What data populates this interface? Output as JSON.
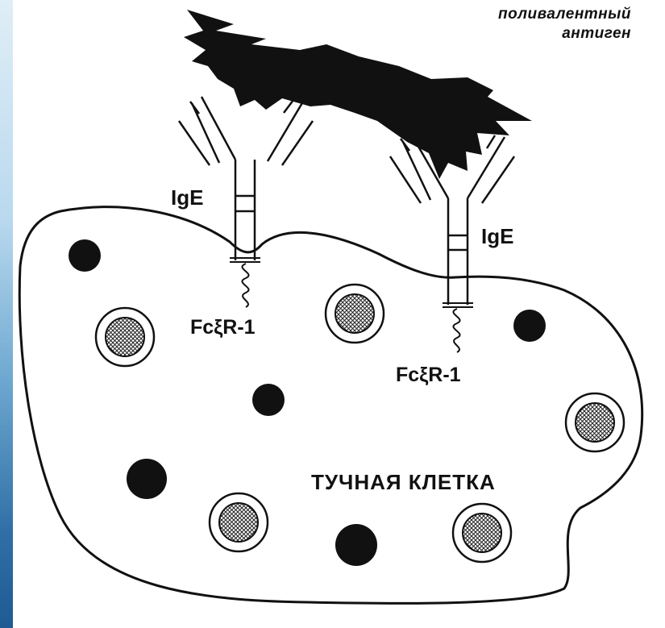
{
  "antigen_label": {
    "line1": "поливалентный",
    "line2": "антиген"
  },
  "receptor_left": {
    "antibody_label": "IgE",
    "receptor_label": "FcξR-1"
  },
  "receptor_right": {
    "antibody_label": "IgE",
    "receptor_label": "FcξR-1"
  },
  "cell_label": "ТУЧНАЯ КЛЕТКА",
  "colors": {
    "ink": "#111111",
    "background": "#ffffff",
    "edge_gradient_dark": "#1f5a93"
  }
}
